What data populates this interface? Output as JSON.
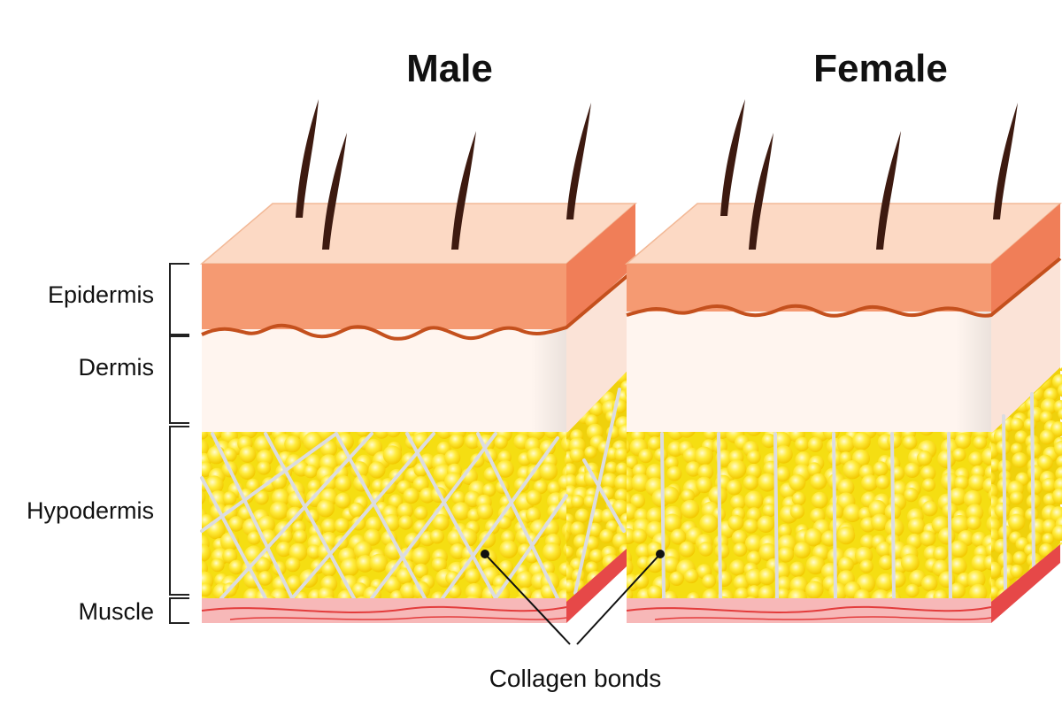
{
  "titles": {
    "male": "Male",
    "female": "Female"
  },
  "layers": {
    "epidermis": "Epidermis",
    "dermis": "Dermis",
    "hypodermis": "Hypodermis",
    "muscle": "Muscle"
  },
  "callout": {
    "label": "Collagen bonds"
  },
  "colors": {
    "epidermis": "#f59a72",
    "epidermis_top": "#fbd3bd",
    "epidermis_side": "#f07e58",
    "dermis": "#fff5ef",
    "dermis_side": "#fbe0d4",
    "fat": "#f5de12",
    "fat_globule": "#ffe93a",
    "collagen": "#d9d9dc",
    "muscle": "#f7b3b3",
    "muscle_dark": "#e33c3c",
    "hair": "#3d1a10"
  }
}
